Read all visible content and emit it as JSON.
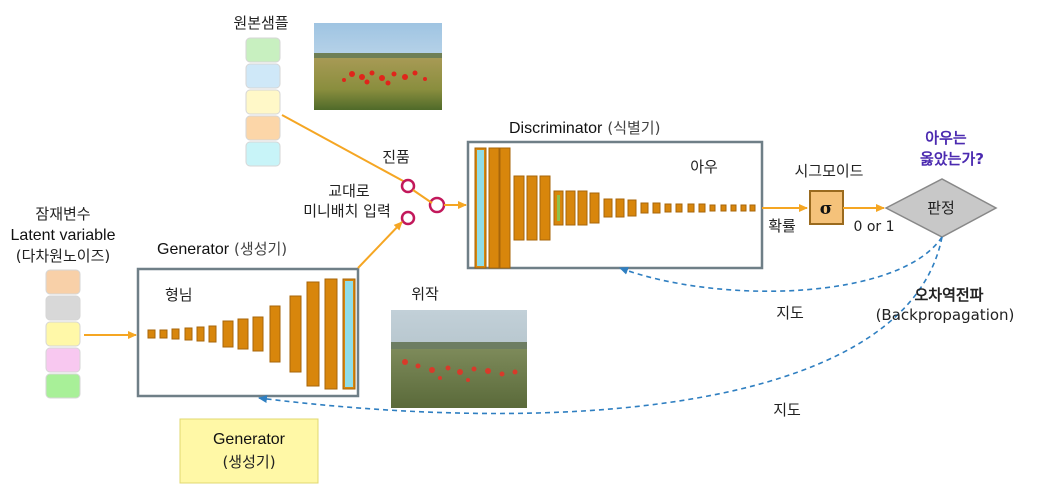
{
  "original_samples_label": "원본샘플",
  "real_label": "진품",
  "minibatch_label_line1": "교대로",
  "minibatch_label_line2": "미니배치 입력",
  "latent": {
    "line1": "잠재변수",
    "line2": "Latent variable",
    "line3": "(다차원노이즈)"
  },
  "generator_title": {
    "en": "Generator",
    "ko": "(생성기)"
  },
  "imitation_label": "형님",
  "fake_label": "위작",
  "discriminator_title": {
    "en": "Discriminator",
    "ko": "(식별기)"
  },
  "inside_discriminator_label": "아우",
  "sigmoid_label": "시그모이드",
  "sigma_symbol": "σ",
  "probability_label": "확률",
  "zero_or_one": "0 or 1",
  "judgment_label": "판정",
  "question": {
    "line1": "아우는",
    "line2": "옳았는가?"
  },
  "backprop": {
    "ko": "오차역전파",
    "en": "(Backpropagation)"
  },
  "guidance_label_1": "지도",
  "guidance_label_2": "지도",
  "generator_box": {
    "line1": "Generator",
    "line2": "(생성기)"
  },
  "colors": {
    "arrow": "#f5a623",
    "frame": "#6f7f87",
    "bar": "#d8860c",
    "bar_edge": "#a7650a",
    "dashed": "#2f7fc1",
    "sigma_box": "#f5c27a",
    "diamond": "#c8c8c8",
    "generator_box": "#fff8a6"
  },
  "sample_colors": [
    "#c8f0c0",
    "#cfe8f8",
    "#fff8c8",
    "#fcd6a8",
    "#c8f4f8"
  ],
  "noise_colors": [
    "#f8d0a8",
    "#d8d8d8",
    "#fff8a8",
    "#f8c8f0",
    "#a8f098"
  ]
}
